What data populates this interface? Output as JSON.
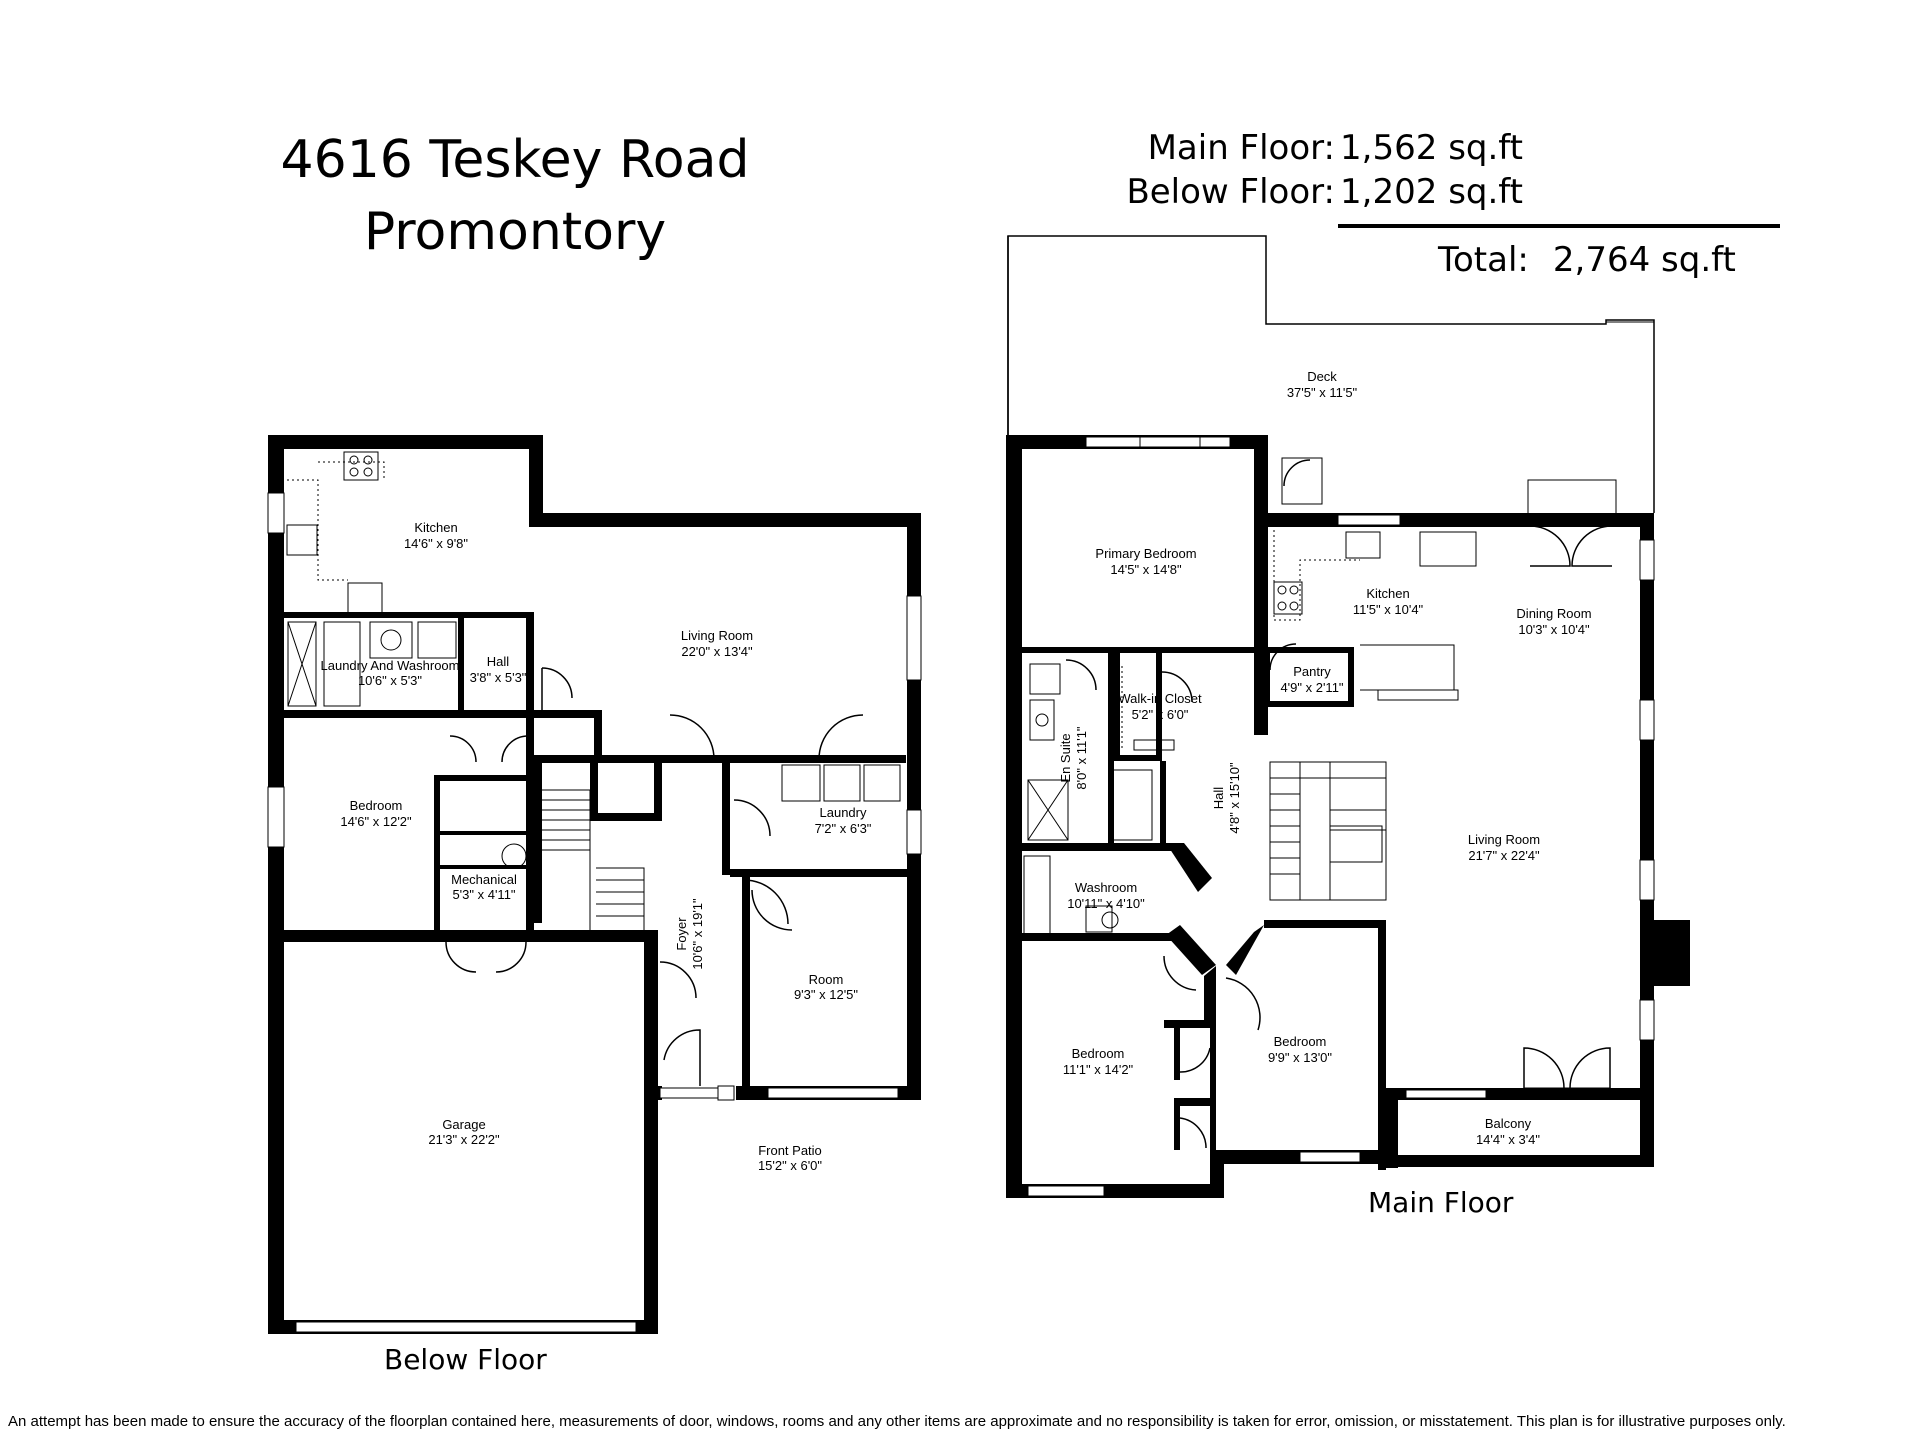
{
  "title": {
    "line1": "4616 Teskey Road",
    "line2": "Promontory"
  },
  "areas": {
    "main_label": "Main Floor:",
    "main_value": "1,562 sq.ft",
    "below_label": "Below Floor:",
    "below_value": "1,202 sq.ft",
    "total_label": "Total:",
    "total_value": "2,764 sq.ft"
  },
  "floors": {
    "below_label": "Below Floor",
    "main_label": "Main Floor"
  },
  "below_rooms": [
    {
      "name": "Kitchen",
      "dims": "14'6\" x 9'8\""
    },
    {
      "name": "Living Room",
      "dims": "22'0\" x 13'4\""
    },
    {
      "name": "Laundry And Washroom",
      "dims": "10'6\" x 5'3\""
    },
    {
      "name": "Hall",
      "dims": "3'8\" x 5'3\""
    },
    {
      "name": "Bedroom",
      "dims": "14'6\" x 12'2\""
    },
    {
      "name": "Mechanical",
      "dims": "5'3\" x 4'11\""
    },
    {
      "name": "Laundry",
      "dims": "7'2\" x 6'3\""
    },
    {
      "name": "Foyer",
      "dims": "10'6\" x 19'1\""
    },
    {
      "name": "Room",
      "dims": "9'3\" x 12'5\""
    },
    {
      "name": "Garage",
      "dims": "21'3\" x 22'2\""
    },
    {
      "name": "Front Patio",
      "dims": "15'2\" x 6'0\""
    }
  ],
  "main_rooms": [
    {
      "name": "Deck",
      "dims": "37'5\" x 11'5\""
    },
    {
      "name": "Primary Bedroom",
      "dims": "14'5\" x 14'8\""
    },
    {
      "name": "Kitchen",
      "dims": "11'5\" x 10'4\""
    },
    {
      "name": "Dining Room",
      "dims": "10'3\" x 10'4\""
    },
    {
      "name": "Pantry",
      "dims": "4'9\" x 2'11\""
    },
    {
      "name": "Walk-in Closet",
      "dims": "5'2\" x 6'0\""
    },
    {
      "name": "En Suite",
      "dims": "8'0\" x 11'1\""
    },
    {
      "name": "Hall",
      "dims": "4'8\" x 15'10\""
    },
    {
      "name": "Living Room",
      "dims": "21'7\" x 22'4\""
    },
    {
      "name": "Washroom",
      "dims": "10'11\" x 4'10\""
    },
    {
      "name": "Bedroom",
      "dims": "11'1\" x 14'2\""
    },
    {
      "name": "Bedroom",
      "dims": "9'9\" x 13'0\""
    },
    {
      "name": "Balcony",
      "dims": "14'4\" x 3'4\""
    }
  ],
  "disclaimer": "An attempt has been made to ensure the accuracy of the floorplan contained here, measurements of door, windows, rooms and any other items are approximate and no responsibility is taken for error, omission, or misstatement. This plan is for illustrative purposes only."
}
